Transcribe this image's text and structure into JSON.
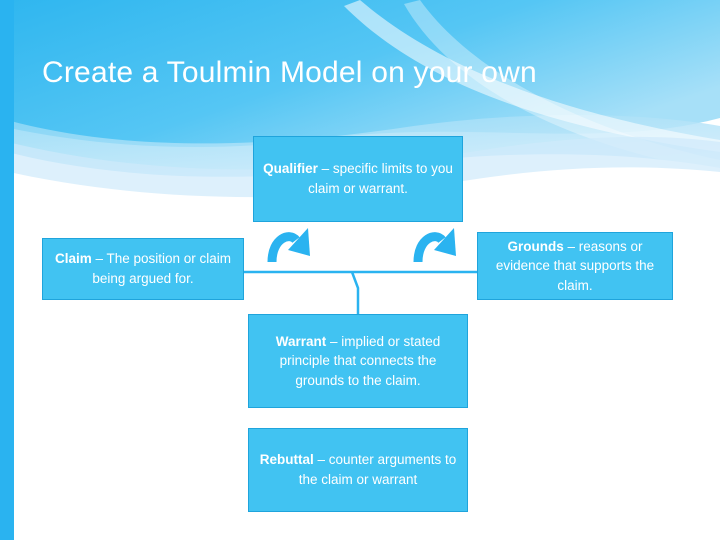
{
  "slide": {
    "title": "Create a Toulmin Model on your own",
    "accent_color": "#2ab3f0",
    "box_fill": "#41c3f2",
    "box_border": "#1fa4dc",
    "arrow_color": "#2ab3f0",
    "title_color": "#ffffff"
  },
  "diagram": {
    "type": "toulmin-model",
    "boxes": [
      {
        "id": "qualifier",
        "label_bold": "Qualifier",
        "label_rest": " – specific limits to you claim or warrant."
      },
      {
        "id": "claim",
        "label_bold": "Claim",
        "label_rest": " – The position or claim being argued for."
      },
      {
        "id": "grounds",
        "label_bold": "Grounds",
        "label_rest": " – reasons or evidence that supports the claim."
      },
      {
        "id": "warrant",
        "label_bold": "Warrant",
        "label_rest": " – implied or stated principle that connects the grounds to the claim."
      },
      {
        "id": "rebuttal",
        "label_bold": "Rebuttal",
        "label_rest": " – counter arguments to the claim or warrant"
      }
    ],
    "connectors": [
      "claim-to-grounds-horizontal",
      "warrant-up-to-claim-line",
      "curved-arrow-left-up",
      "curved-arrow-right-up"
    ]
  }
}
